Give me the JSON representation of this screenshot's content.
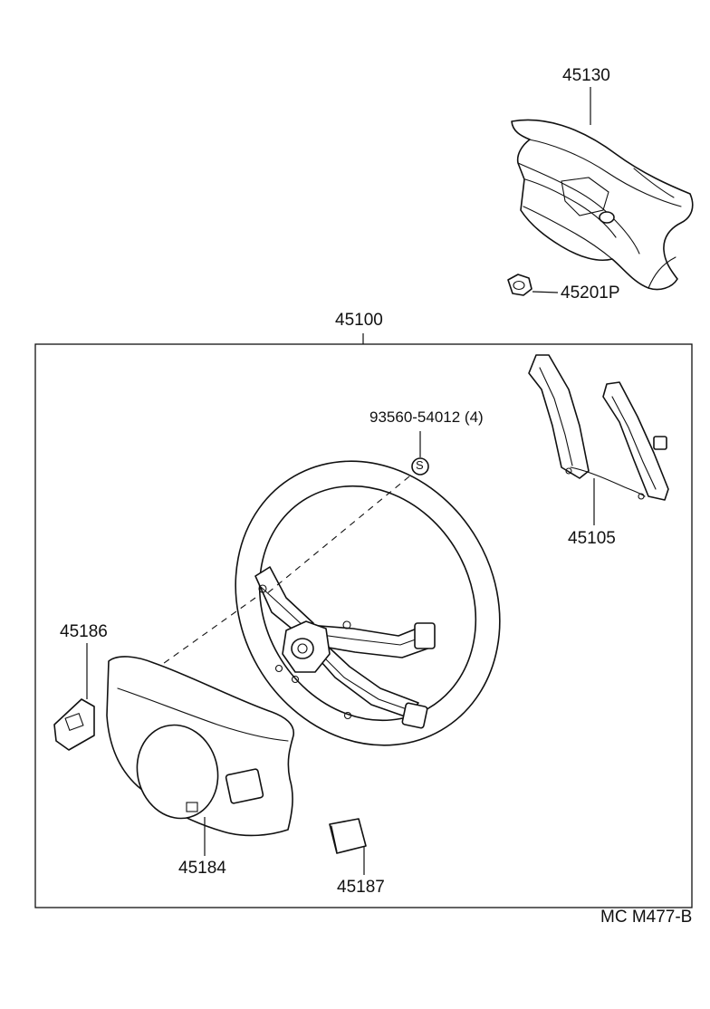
{
  "diagram": {
    "callouts": {
      "pad_cover": "45130",
      "pad_nut": "45201P",
      "wheel_assembly": "45100",
      "screw": "93560-54012 (4)",
      "switch": "45105",
      "clip": "45186",
      "lower_cover": "45184",
      "ornament": "45187"
    },
    "screw_symbol": "S",
    "figure_code": "MC M477-B"
  }
}
